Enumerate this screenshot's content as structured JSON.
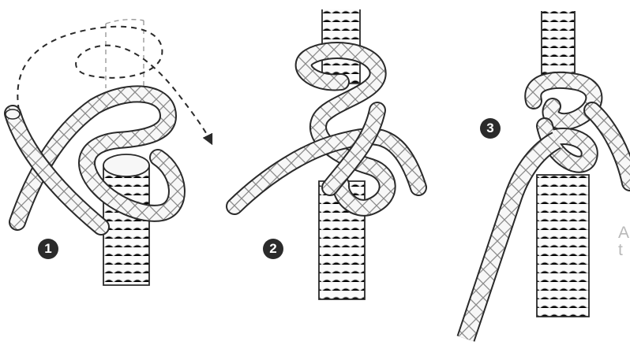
{
  "steps": [
    {
      "number": "1"
    },
    {
      "number": "2"
    },
    {
      "number": "3"
    }
  ],
  "cropped_text": {
    "line1": "A",
    "line2": "t"
  },
  "colors": {
    "background": "#ffffff",
    "outline": "#2a2a2a",
    "rope_fill": "#f7f7f7",
    "hatch": "#8a8a8a",
    "badge": "#2b2b2b",
    "badge_text": "#ffffff",
    "faded_text": "#b9b9b9"
  },
  "icons": [
    "dashed-arrow-icon"
  ]
}
